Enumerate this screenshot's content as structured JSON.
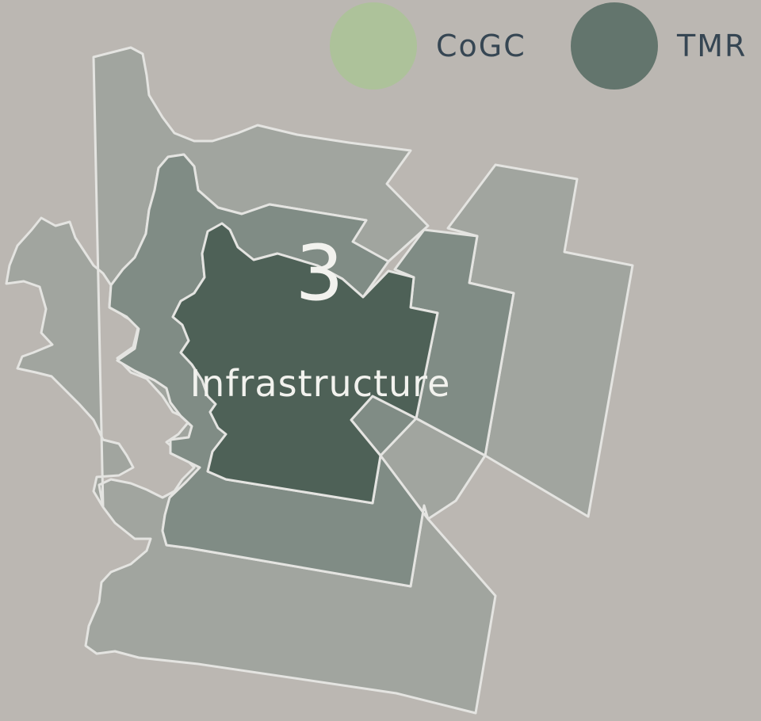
{
  "legend": [
    {
      "label": "CoGC",
      "color": "#adc29a"
    },
    {
      "label": "TMR",
      "color": "#63756d"
    }
  ],
  "map": {
    "number": "3",
    "label": "Infrastructure",
    "colors": {
      "outer": "#a1a59f",
      "middle": "#808c85",
      "inner": "#4e6157",
      "stroke": "#e4e4e1"
    }
  }
}
